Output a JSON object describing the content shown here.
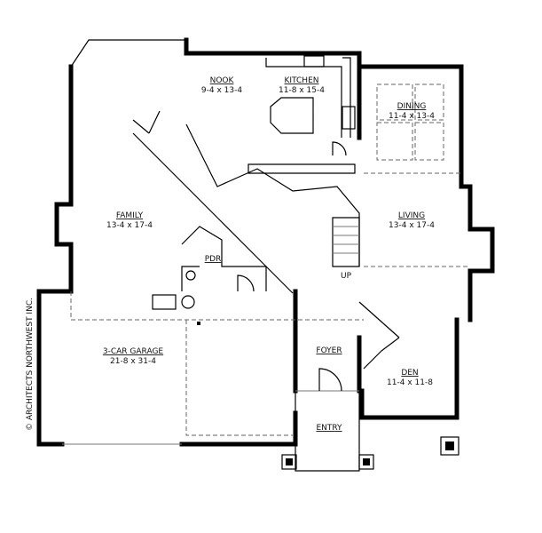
{
  "rooms": [
    {
      "name": "NOOK",
      "size": "9-4 x 13-4"
    },
    {
      "name": "KITCHEN",
      "size": "11-8 x 15-4"
    },
    {
      "name": "DINING",
      "size": "11-4 x 13-4"
    },
    {
      "name": "FAMILY",
      "size": "13-4 x 17-4"
    },
    {
      "name": "LIVING",
      "size": "13-4 x 17-4"
    },
    {
      "name": "PDR",
      "size": ""
    },
    {
      "name": "3-CAR GARAGE",
      "size": "21-8 x 31-4"
    },
    {
      "name": "FOYER",
      "size": ""
    },
    {
      "name": "DEN",
      "size": "11-4 x 11-8"
    },
    {
      "name": "ENTRY",
      "size": ""
    }
  ],
  "stair_label": "UP",
  "copyright": "© ARCHITECTS NORTHWEST INC."
}
